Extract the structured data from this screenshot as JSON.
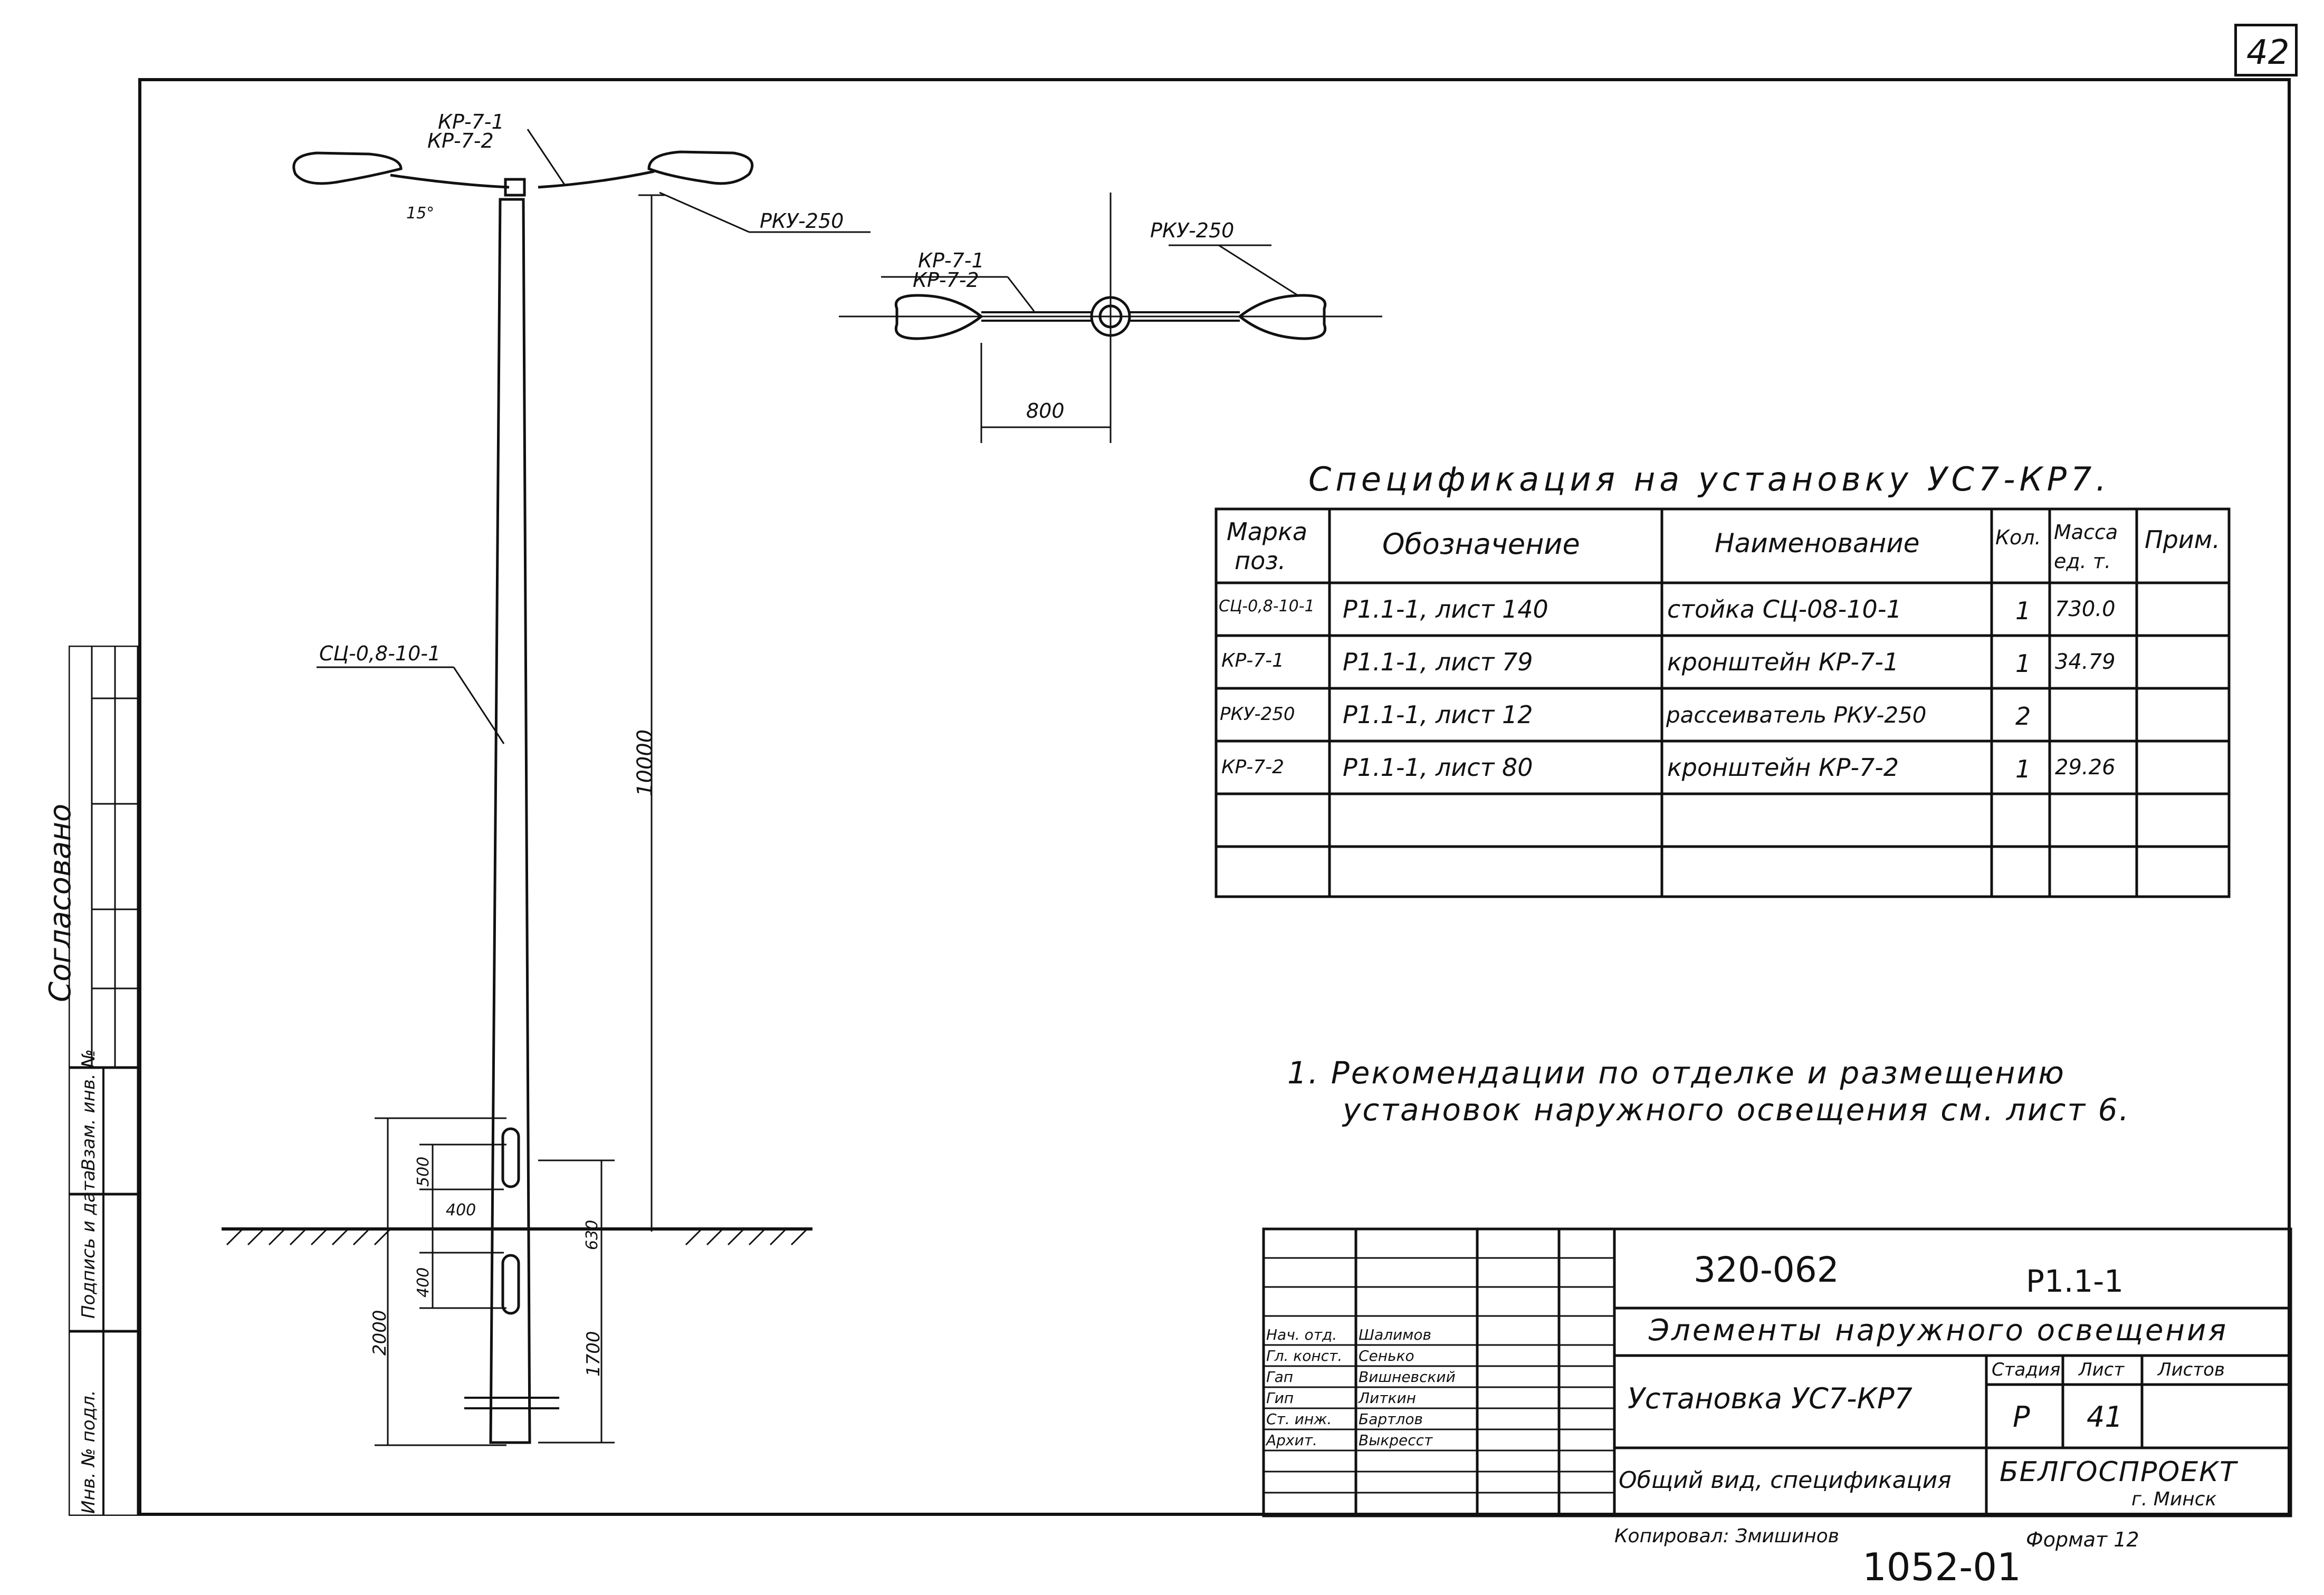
{
  "page_number": "42",
  "drawing": {
    "labels": {
      "bracket_top_1": "КР-7-1",
      "bracket_top_2": "КР-7-2",
      "lamp_side": "РКУ-250",
      "angle": "15°",
      "plan_lamp": "РКУ-250",
      "plan_bracket_1": "КР-7-1",
      "plan_bracket_2": "КР-7-2",
      "plan_dim": "800",
      "pole": "СЦ-0,8-10-1",
      "height_dim": "10000",
      "dim_500": "500",
      "dim_400a": "400",
      "dim_400b": "400",
      "dim_630": "630",
      "dim_2000": "2000",
      "dim_1700": "1700"
    }
  },
  "spec": {
    "title": "Спецификация на установку УС7-КР7.",
    "headers": {
      "mark_1": "Марка",
      "mark_2": "поз.",
      "designation": "Обозначение",
      "name": "Наименование",
      "qty": "Кол.",
      "mass_1": "Масса",
      "mass_2": "ед. т.",
      "note": "Прим."
    },
    "rows": [
      {
        "mark": "СЦ-0,8-10-1",
        "designation": "Р1.1-1, лист 140",
        "name": "стойка СЦ-08-10-1",
        "qty": "1",
        "mass": "730.0",
        "note": ""
      },
      {
        "mark": "КР-7-1",
        "designation": "Р1.1-1, лист 79",
        "name": "кронштейн КР-7-1",
        "qty": "1",
        "mass": "34.79",
        "note": ""
      },
      {
        "mark": "РКУ-250",
        "designation": "Р1.1-1, лист 12",
        "name": "рассеиватель РКУ-250",
        "qty": "2",
        "mass": "",
        "note": ""
      },
      {
        "mark": "КР-7-2",
        "designation": "Р1.1-1, лист 80",
        "name": "кронштейн КР-7-2",
        "qty": "1",
        "mass": "29.26",
        "note": ""
      }
    ]
  },
  "note": {
    "line1": "1. Рекомендации по отделке и размещению",
    "line2": "установок наружного освещения см. лист 6."
  },
  "title_block": {
    "doc_number": "320-062",
    "series": "Р1.1-1",
    "project_title": "Элементы наружного освещения",
    "sheet_title": "Установка УС7-КР7",
    "sheet_subtitle": "Общий вид, спецификация",
    "stage_label": "Стадия",
    "sheet_label": "Лист",
    "sheets_label": "Листов",
    "stage": "Р",
    "sheet": "41",
    "org": "БЕЛГОСПРОЕКТ",
    "city": "г. Минск",
    "roles": [
      {
        "role": "Нач. отд.",
        "name": "Шалимов"
      },
      {
        "role": "Гл. конст.",
        "name": "Сенько"
      },
      {
        "role": "Гап",
        "name": "Вишневский"
      },
      {
        "role": "Гип",
        "name": "Литкин"
      },
      {
        "role": "Ст. инж.",
        "name": "Бартлов"
      },
      {
        "role": "Архит.",
        "name": "Выкресст"
      }
    ],
    "copied_by": "Копировал: Змишинов",
    "inventory": "1052-01",
    "format": "Формат 12"
  },
  "side_stamp": {
    "agreed": "Согласовано",
    "col1": "Инв. № подл.",
    "col2": "Подпись и дата",
    "col3": "Взам. инв. №"
  }
}
